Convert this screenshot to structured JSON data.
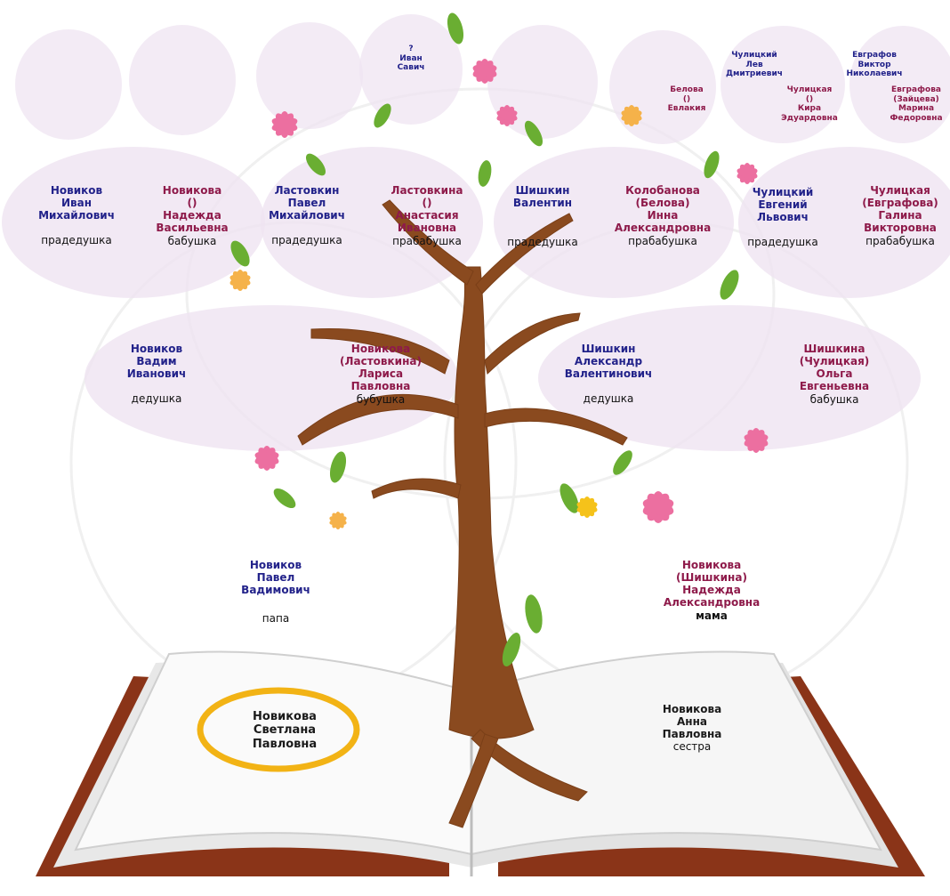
{
  "colors": {
    "male_text": "#22228a",
    "female_text": "#8e1a4a",
    "relation_text": "#111111",
    "bubble_fill": "#efe4f1",
    "trunk": "#8a4a1f",
    "highlight_ring": "#f2b315",
    "book_cover": "#8a3418",
    "leaf_green": "#6aae32",
    "flower_pink": "#ec6fa0",
    "flower_orange": "#f5b24a"
  },
  "icons": [
    "tree-icon",
    "open-book-icon",
    "leaf-icon",
    "flower-icon"
  ],
  "top_row": [
    {
      "lines": [
        "?",
        "Иван",
        "Савич"
      ],
      "relation": ""
    },
    {
      "lines": [
        "Белова",
        "()",
        "Евлакия"
      ],
      "relation": ""
    },
    {
      "lines": [
        "Чулицкий",
        "Лев",
        "Дмитриевич"
      ],
      "relation": ""
    },
    {
      "lines": [
        "Чулицкая",
        "()",
        "Кира",
        "Эдуардовна"
      ],
      "relation": ""
    },
    {
      "lines": [
        "Евграфов",
        "Виктор",
        "Николаевич"
      ],
      "relation": ""
    },
    {
      "lines": [
        "Евграфова",
        "(Зайцева)",
        "Марина",
        "Федоровна"
      ],
      "relation": ""
    }
  ],
  "great_grandparents": [
    {
      "lines": [
        "Новиков",
        "Иван",
        "Михайлович"
      ],
      "relation": "прадедушка"
    },
    {
      "lines": [
        "Новикова",
        "()",
        "Надежда",
        "Васильевна"
      ],
      "relation": "бабушка"
    },
    {
      "lines": [
        "Ластовкин",
        "Павел",
        "Михайлович"
      ],
      "relation": "прадедушка"
    },
    {
      "lines": [
        "Ластовкина",
        "()",
        "Анастасия",
        "Ивановна"
      ],
      "relation": "прабабушка"
    },
    {
      "lines": [
        "Шишкин",
        "Валентин"
      ],
      "relation": "прадедушка"
    },
    {
      "lines": [
        "Колобанова",
        "(Белова)",
        "Инна",
        "Александровна"
      ],
      "relation": "прабабушка"
    },
    {
      "lines": [
        "Чулицкий",
        "Евгений",
        "Львович"
      ],
      "relation": "прадедушка"
    },
    {
      "lines": [
        "Чулицкая",
        "(Евграфова)",
        "Галина",
        "Викторовна"
      ],
      "relation": "прабабушка"
    }
  ],
  "grandparents": [
    {
      "lines": [
        "Новиков",
        "Вадим",
        "Иванович"
      ],
      "relation": "дедушка"
    },
    {
      "lines": [
        "Новикова",
        "(Ластовкина)",
        "Лариса",
        "Павловна"
      ],
      "relation": "бубушка"
    },
    {
      "lines": [
        "Шишкин",
        "Александр",
        "Валентинович"
      ],
      "relation": "дедушка"
    },
    {
      "lines": [
        "Шишкина",
        "(Чулицкая)",
        "Ольга",
        "Евгеньевна"
      ],
      "relation": "бабушка"
    }
  ],
  "parents": [
    {
      "lines": [
        "Новиков",
        "Павел",
        "Вадимович"
      ],
      "relation": "папа"
    },
    {
      "lines": [
        "Новикова",
        "(Шишкина)",
        "Надежда",
        "Александровна"
      ],
      "relation": "мама"
    }
  ],
  "children": [
    {
      "lines": [
        "Новикова",
        "Светлана",
        "Павловна"
      ],
      "relation": ""
    },
    {
      "lines": [
        "Новикова",
        "Анна",
        "Павловна"
      ],
      "relation": "сестра"
    }
  ]
}
